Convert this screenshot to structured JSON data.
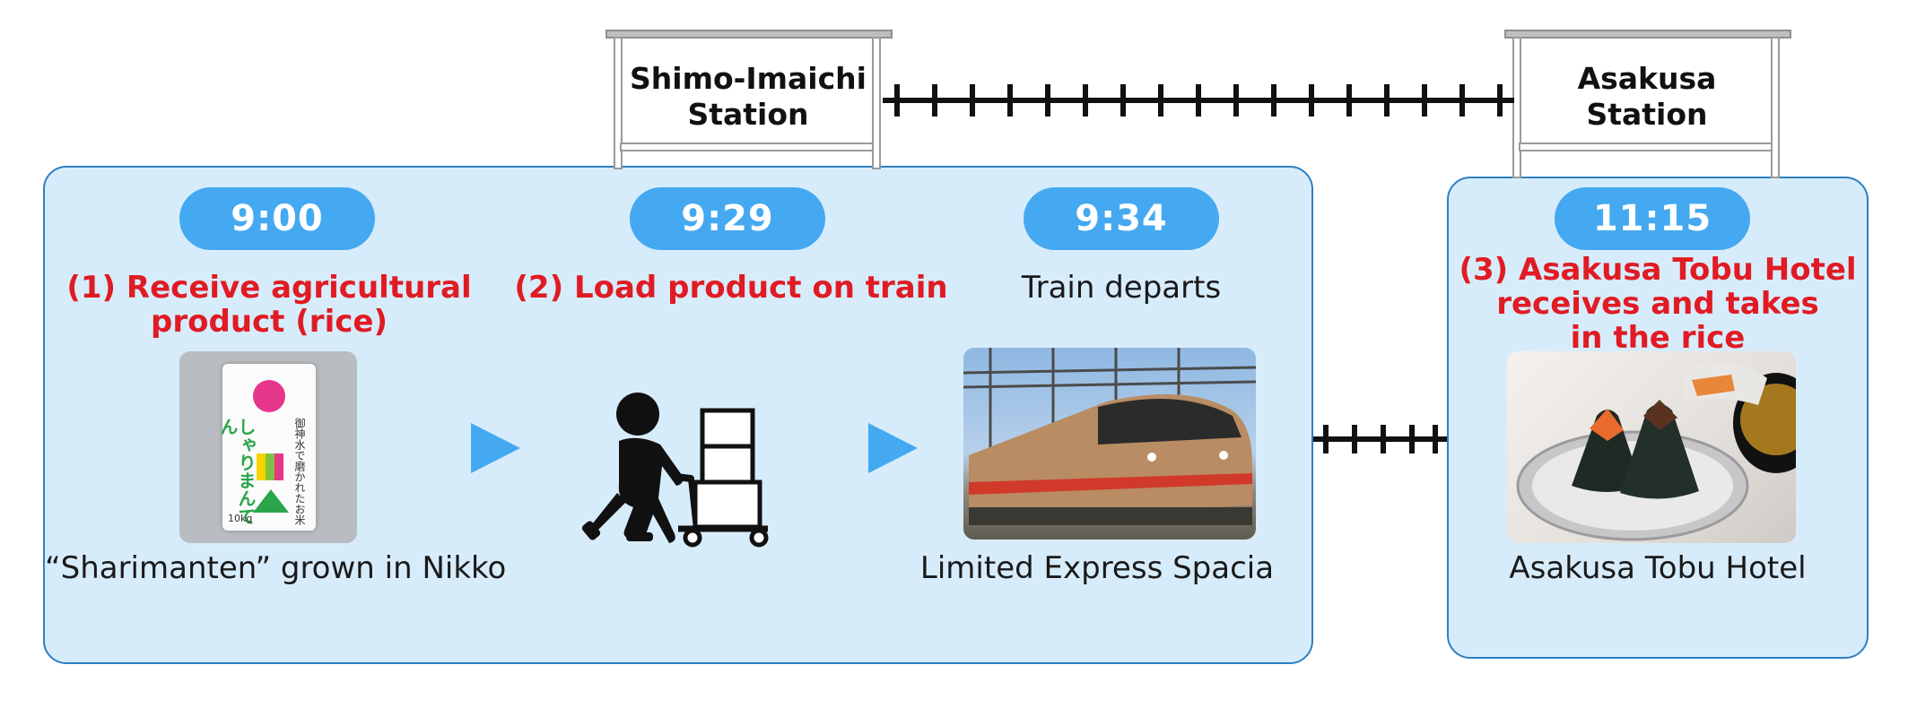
{
  "stations": {
    "origin": {
      "line1": "Shimo-Imaichi",
      "line2": "Station"
    },
    "destination": {
      "line1": "Asakusa",
      "line2": "Station"
    }
  },
  "steps": {
    "receive": {
      "time": "9:00",
      "label_line1": "(1) Receive agricultural",
      "label_line2": "product (rice)",
      "caption": "“Sharimanten” grown in Nikko"
    },
    "load": {
      "time": "9:29",
      "label": "(2) Load product on train"
    },
    "depart": {
      "time": "9:34",
      "label": "Train departs",
      "caption": "Limited Express Spacia"
    },
    "hotel": {
      "time": "11:15",
      "label_line1": "(3) Asakusa Tobu Hotel",
      "label_line2": "receives and takes",
      "label_line3": "in the rice",
      "caption": "Asakusa Tobu Hotel"
    }
  },
  "rice_bag": {
    "brand_text": "しゃりまんてん",
    "side_text": "御神水で磨かれたお米",
    "weight": "10kg"
  },
  "colors": {
    "panel_fill": "#d7ecfb",
    "panel_border": "#2e7fc2",
    "time_pill": "#44a9f0",
    "highlight_text": "#e01b24",
    "arrow": "#44a9f0"
  }
}
